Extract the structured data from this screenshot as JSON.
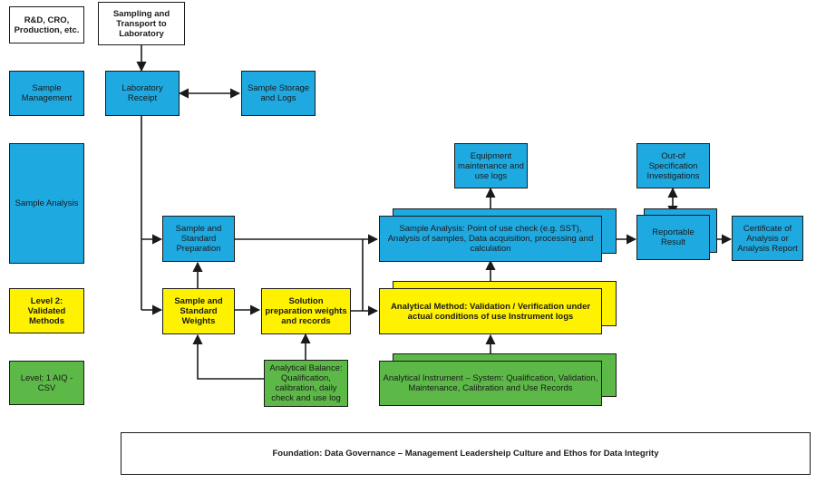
{
  "colors": {
    "blue": "#1fa9e1",
    "yellow": "#fff200",
    "green": "#5cb947",
    "line": "#1a1a1a"
  },
  "left_labels": {
    "top": "R&D, CRO, Production, etc.",
    "sample_management": "Sample Management",
    "sample_analysis": "Sample Analysis",
    "level2": "Level 2: Validated Methods",
    "level1": "Level; 1 AIQ - CSV"
  },
  "nodes": {
    "sampling": "Sampling and Transport to Laboratory",
    "lab_receipt": "Laboratory Receipt",
    "sample_storage": "Sample Storage and Logs",
    "equipment": "Equipment maintenance and use logs",
    "oos": "Out-of Specification Investigations",
    "sample_prep": "Sample and Standard Preparation",
    "sample_analysis": "Sample Analysis: Point of use check (e.g. SST), Analysis of samples, Data acquisition, processing and calculation",
    "reportable": "Reportable Result",
    "certificate": "Certificate of Analysis or Analysis Report",
    "weights": "Sample and Standard Weights",
    "solution": "Solution preparation weights and records",
    "analytical_method": "Analytical Method: Validation / Verification under actual conditions of use Instrument logs",
    "balance": "Analytical Balance: Qualification, calibration, daily check and use log",
    "instrument": "Analytical Instrument – System: Qualification, Validation, Maintenance, Calibration and Use Records"
  },
  "foundation": "Foundation: Data Governance – Management Leadersheip Culture and Ethos for Data Integrity"
}
